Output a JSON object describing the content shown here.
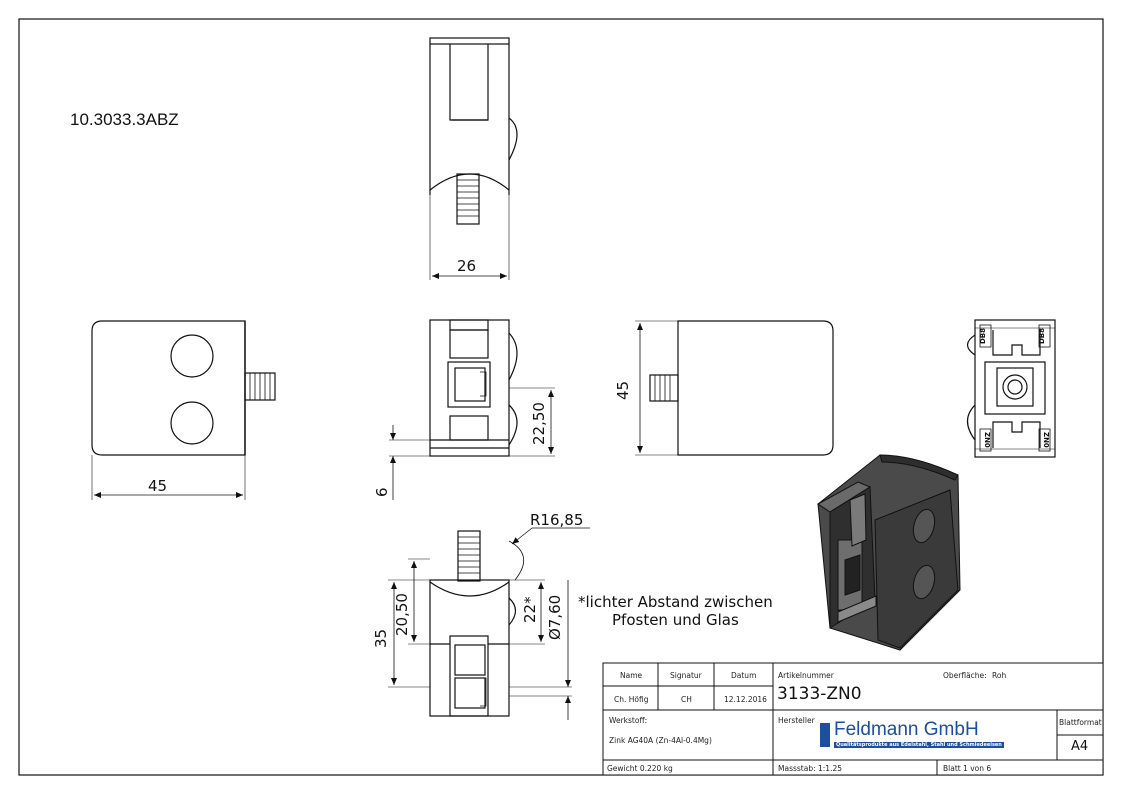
{
  "drawing_number": "10.3033.3ABZ",
  "dimensions": {
    "top_width": "26",
    "front_width": "45",
    "side_height": "45",
    "center_height": "22,50",
    "bottom_offset": "6",
    "radius": "R16,85",
    "bottom_total": "35",
    "bottom_mid": "20,50",
    "bottom_gap": "22*",
    "diameter": "Ø7,60"
  },
  "note": {
    "line1": "*lichter Abstand zwischen",
    "line2": "Pfosten und Glas"
  },
  "stamps": {
    "top_left": "DB8",
    "top_right": "DB8",
    "bottom_left": "ZN0",
    "bottom_right": "ZN0"
  },
  "title_block": {
    "name_label": "Name",
    "signature_label": "Signatur",
    "date_label": "Datum",
    "name_value": "Ch. Höfig",
    "signature_value": "CH",
    "date_value": "12.12.2016",
    "article_label": "Artikelnummer",
    "article_value": "3133-ZN0",
    "surface_label": "Oberfläche:",
    "surface_value": "Roh",
    "material_label": "Werkstoff:",
    "material_value": "Zink AG40A (Zn-4Al-0.4Mg)",
    "manufacturer_label": "Hersteller",
    "logo_text": "Feldmann GmbH",
    "logo_tagline": "Qualitätsprodukte aus Edelstahl, Stahl und Schmiedeeisen",
    "format_label": "Blattformat",
    "format_value": "A4",
    "weight": "Gewicht 0.220 kg",
    "scale": "Massstab: 1:1.25",
    "sheet": "Blatt 1 von 6"
  },
  "colors": {
    "line": "#111111",
    "iso_body": "#3a3a3a",
    "iso_face": "#555555",
    "logo_blue": "#1c4fa0"
  }
}
